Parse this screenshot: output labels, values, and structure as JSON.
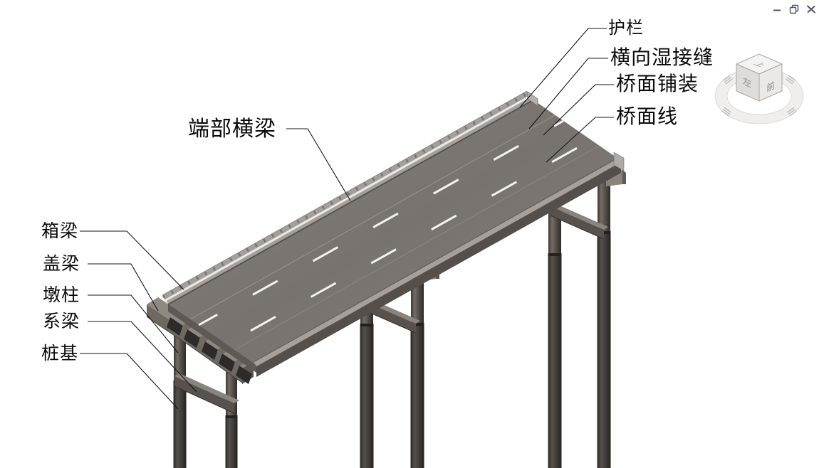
{
  "view": {
    "type": "3d-bridge-model-view",
    "background": "#ffffff"
  },
  "annotations": {
    "right": [
      {
        "id": "guardrail",
        "text": "护栏"
      },
      {
        "id": "transverse-wet-joint",
        "text": "横向湿接缝"
      },
      {
        "id": "deck-pavement",
        "text": "桥面铺装"
      },
      {
        "id": "deck-line",
        "text": "桥面线"
      }
    ],
    "left": [
      {
        "id": "end-cross-beam",
        "text": "端部横梁"
      },
      {
        "id": "box-girder",
        "text": "箱梁"
      },
      {
        "id": "cap-beam",
        "text": "盖梁"
      },
      {
        "id": "pier-column",
        "text": "墩柱"
      },
      {
        "id": "tie-beam",
        "text": "系梁"
      },
      {
        "id": "pile-foundation",
        "text": "桩基"
      }
    ]
  },
  "viewcube": {
    "top_face": "上",
    "left_face": "左",
    "front_face": "前",
    "compass_marks": [
      "compass-mark-nw",
      "compass-mark-ne",
      "compass-mark-sw",
      "compass-mark-se"
    ]
  },
  "window_controls": {
    "icons": [
      "minimize-icon",
      "restore-icon",
      "close-icon"
    ]
  },
  "colors": {
    "deck_surface": "#78736F",
    "deck_fascia": "#544F4B",
    "guardrail": "#A49F9B",
    "guardrail_stripe": "#ECEAE7",
    "near_edge_band": "#A5A09C",
    "lane_marking": "#F4F3F0",
    "cap_beam_top": "#8F8983",
    "cap_beam_front": "#6E6862",
    "girder": "#2D2B2A",
    "tie_beam_front": "#57524D",
    "tie_beam_top": "#8A847F",
    "leader_line": "#141414",
    "label_text": "#0A0A0A",
    "viewcube_top": "#F4F3F2",
    "viewcube_left": "#DFDDDA",
    "viewcube_front": "#EBE9E6",
    "compass_ring": "#EFEEEC",
    "window_icon": "#4B5563"
  }
}
